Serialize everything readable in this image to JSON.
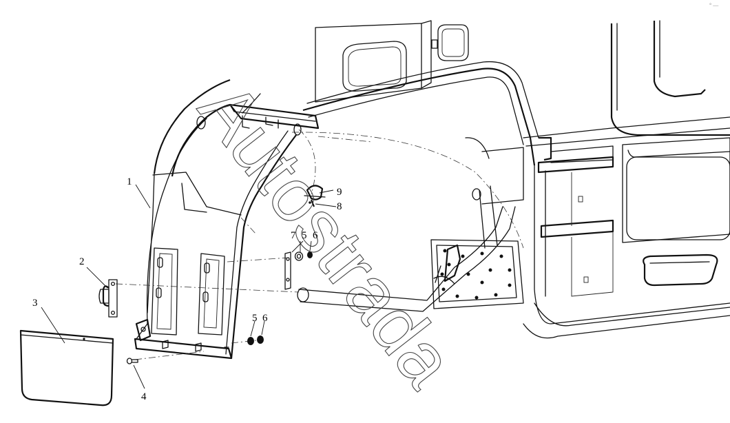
{
  "callouts": [
    {
      "id": "c1",
      "label": "1"
    },
    {
      "id": "c2",
      "label": "2"
    },
    {
      "id": "c3",
      "label": "3"
    },
    {
      "id": "c4",
      "label": "4"
    },
    {
      "id": "c5a",
      "label": "5"
    },
    {
      "id": "c6a",
      "label": "6"
    },
    {
      "id": "c7",
      "label": "7"
    },
    {
      "id": "c8",
      "label": "8"
    },
    {
      "id": "c9",
      "label": "9"
    },
    {
      "id": "c5b",
      "label": "5"
    },
    {
      "id": "c6b",
      "label": "6"
    }
  ],
  "watermark": {
    "text": "Autostrada"
  },
  "corner_mark": "° —"
}
